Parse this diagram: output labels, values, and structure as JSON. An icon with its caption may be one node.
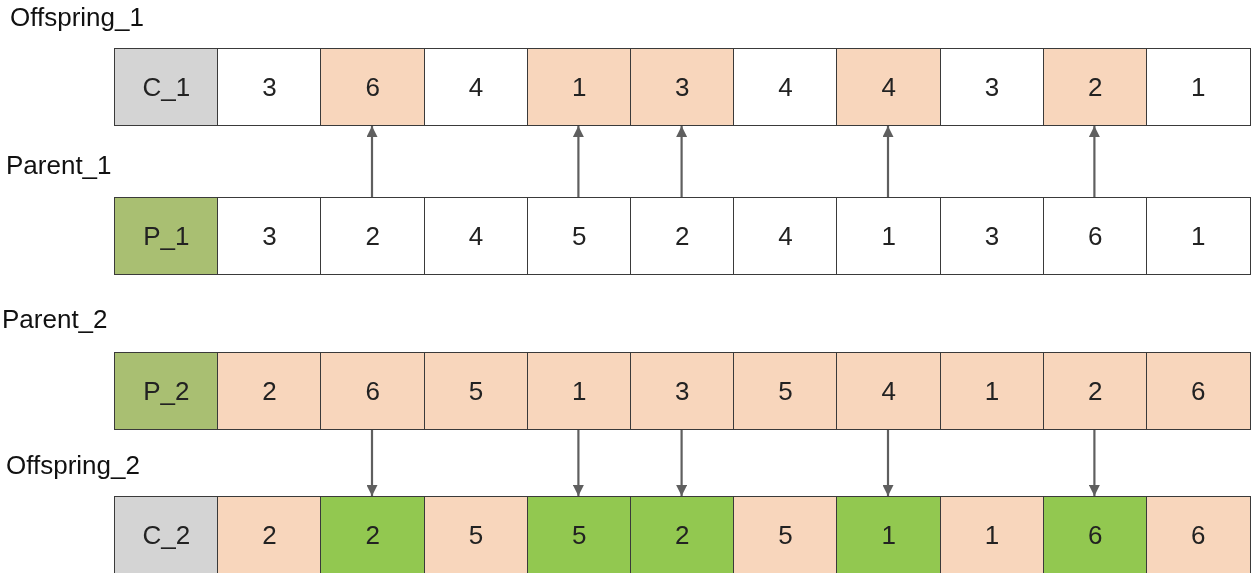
{
  "diagram": {
    "nodes": [
      {
        "text": [
          "C_1"
        ]
      },
      {
        "text": [
          "3"
        ]
      },
      {
        "text": [
          "6"
        ]
      },
      {
        "text": [
          "4"
        ]
      },
      {
        "text": [
          "1"
        ]
      },
      {
        "text": [
          "3"
        ]
      },
      {
        "text": [
          "4"
        ]
      },
      {
        "text": [
          "4"
        ]
      },
      {
        "text": [
          "3"
        ]
      },
      {
        "text": [
          "2"
        ]
      },
      {
        "text": [
          "1"
        ]
      },
      {
        "text": [
          "P_1"
        ]
      },
      {
        "text": [
          "3"
        ]
      },
      {
        "text": [
          "2"
        ]
      },
      {
        "text": [
          "4"
        ]
      },
      {
        "text": [
          "5"
        ]
      },
      {
        "text": [
          "2"
        ]
      },
      {
        "text": [
          "4"
        ]
      },
      {
        "text": [
          "1"
        ]
      },
      {
        "text": [
          "3"
        ]
      },
      {
        "text": [
          "6"
        ]
      },
      {
        "text": [
          "1"
        ]
      },
      {
        "text": [
          "P_2"
        ]
      },
      {
        "text": [
          "2"
        ]
      },
      {
        "text": [
          "6"
        ]
      },
      {
        "text": [
          "5"
        ]
      },
      {
        "text": [
          "1"
        ]
      },
      {
        "text": [
          "3"
        ]
      },
      {
        "text": [
          "5"
        ]
      },
      {
        "text": [
          "4"
        ]
      },
      {
        "text": [
          "1"
        ]
      },
      {
        "text": [
          "2"
        ]
      },
      {
        "text": [
          "6"
        ]
      },
      {
        "text": [
          "C_2"
        ]
      },
      {
        "text": [
          "2"
        ]
      },
      {
        "text": [
          "2"
        ]
      },
      {
        "text": [
          "5"
        ]
      },
      {
        "text": [
          "5"
        ]
      },
      {
        "text": [
          "2"
        ]
      },
      {
        "text": [
          "5"
        ]
      },
      {
        "text": [
          "1"
        ]
      },
      {
        "text": [
          "1"
        ]
      },
      {
        "text": [
          "6"
        ]
      },
      {
        "text": [
          "6"
        ]
      }
    ],
    "edges": [
      {
        "from": 13,
        "to": 2,
        "arrow": "to"
      },
      {
        "from": 15,
        "to": 4,
        "arrow": "to"
      },
      {
        "from": 16,
        "to": 5,
        "arrow": "to"
      },
      {
        "from": 18,
        "to": 7,
        "arrow": "to"
      },
      {
        "from": 20,
        "to": 9,
        "arrow": "to"
      },
      {
        "from": 24,
        "to": 35,
        "arrow": "to"
      },
      {
        "from": 26,
        "to": 37,
        "arrow": "to"
      },
      {
        "from": 27,
        "to": 38,
        "arrow": "to"
      },
      {
        "from": 29,
        "to": 40,
        "arrow": "to"
      },
      {
        "from": 31,
        "to": 42,
        "arrow": "to"
      }
    ],
    "labels": [
      "Offspring_1",
      "Parent_1",
      "Parent_2",
      "Offspring_2"
    ]
  }
}
